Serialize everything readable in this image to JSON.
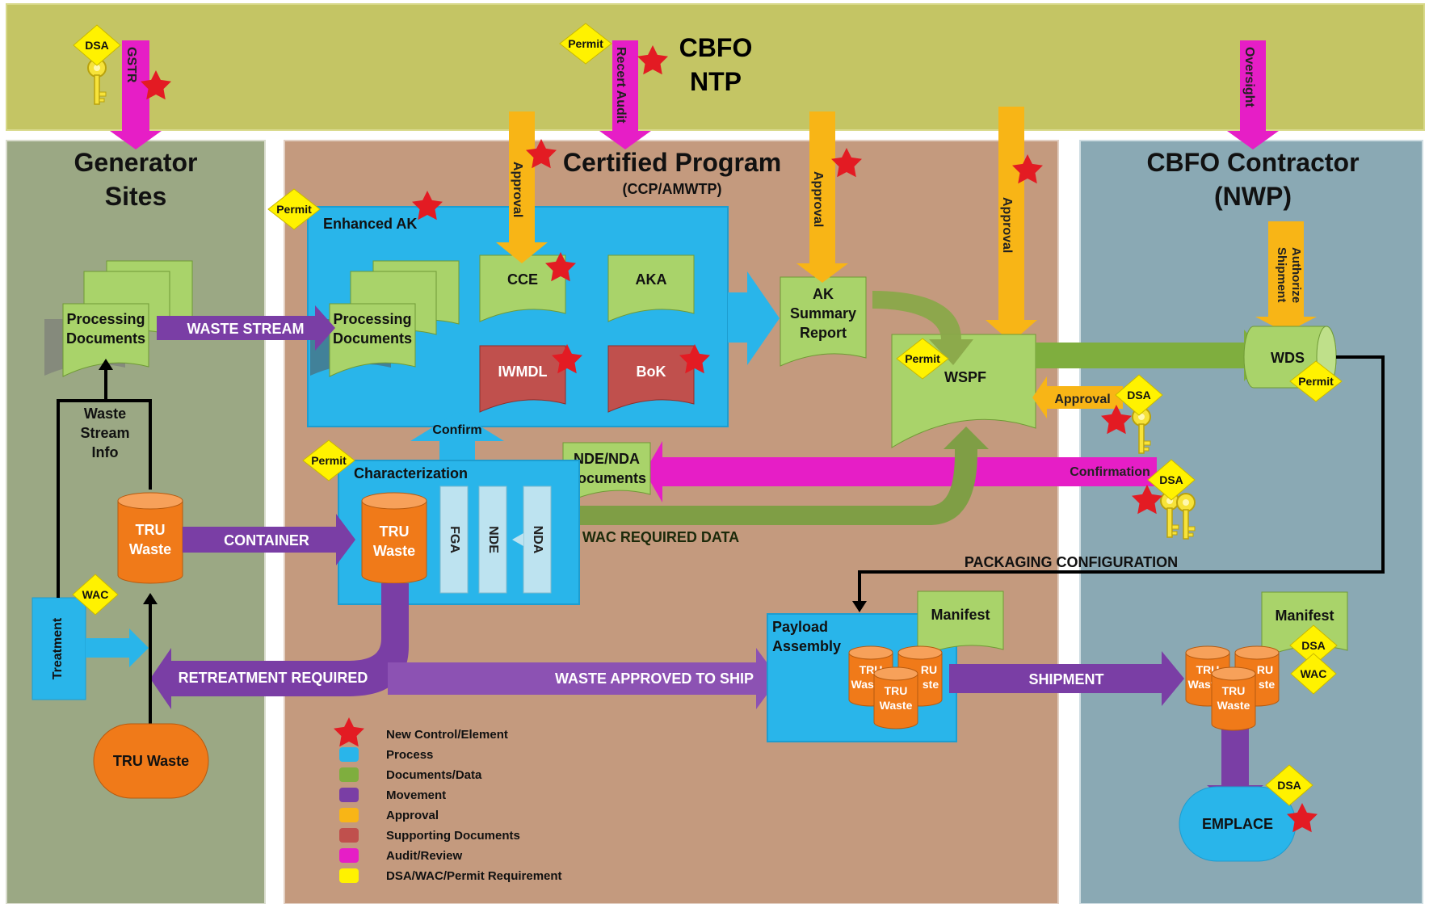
{
  "top_band": {
    "title_line1": "CBFO",
    "title_line2": "NTP",
    "gstr": "GSTR",
    "recert_audit": "Recert Audit",
    "oversight": "Oversight"
  },
  "sections": {
    "generator": {
      "line1": "Generator",
      "line2": "Sites"
    },
    "certified": {
      "line1": "Certified Program",
      "subtitle": "(CCP/AMWTP)"
    },
    "contractor": {
      "line1": "CBFO Contractor",
      "line2": "(NWP)"
    }
  },
  "badges": {
    "dsa": "DSA",
    "wac": "WAC",
    "permit": "Permit"
  },
  "nodes": {
    "enhanced_ak": "Enhanced AK",
    "processing_line1": "Processing",
    "processing_line2": "Documents",
    "cce": "CCE",
    "aka": "AKA",
    "iwmdl": "IWMDL",
    "bok": "BoK",
    "ak_summary": [
      "AK",
      "Summary",
      "Report"
    ],
    "wspf": "WSPF",
    "wds": "WDS",
    "characterization": "Characterization",
    "tru_line1": "TRU",
    "tru_line2": "Waste",
    "tru_waste_oval": "TRU Waste",
    "fga": "FGA",
    "nde": "NDE",
    "nda": "NDA",
    "nde_nda_line1": "NDE/NDA",
    "nde_nda_line2": "Documents",
    "treatment": "Treatment",
    "waste_stream_info": [
      "Waste",
      "Stream",
      "Info"
    ],
    "payload_line1": "Payload",
    "payload_line2": "Assembly",
    "manifest": "Manifest",
    "emplace": "EMPLACE",
    "tru_small_1": "TRU",
    "tru_small_2": "Waste",
    "tru_partial_1": "TRU",
    "tru_partial_2": "Wast",
    "tru_partial_3": "RU",
    "tru_partial_4": "ste"
  },
  "arrows": {
    "waste_stream": "WASTE STREAM",
    "container": "CONTAINER",
    "retreatment": "RETREATMENT REQUIRED",
    "waste_approved": "WASTE APPROVED TO SHIP",
    "shipment": "SHIPMENT",
    "wac_required": "WAC REQUIRED DATA",
    "packaging_config": "PACKAGING CONFIGURATION",
    "confirmation": "Confirmation",
    "confirm": "Confirm",
    "approval": "Approval",
    "authorize_line1": "Authorize",
    "authorize_line2": "Shipment"
  },
  "legend": [
    {
      "label": "New Control/Element",
      "swatch": "star",
      "color": "#e31b23"
    },
    {
      "label": "Process",
      "swatch": "box",
      "color": "#29b5ea"
    },
    {
      "label": "Documents/Data",
      "swatch": "box",
      "color": "#7fae3e"
    },
    {
      "label": "Movement",
      "swatch": "box",
      "color": "#7a3ea5"
    },
    {
      "label": "Approval",
      "swatch": "box",
      "color": "#f8b516"
    },
    {
      "label": "Supporting Documents",
      "swatch": "box",
      "color": "#c0504d"
    },
    {
      "label": "Audit/Review",
      "swatch": "box",
      "color": "#e61ec6"
    },
    {
      "label": "DSA/WAC/Permit Requirement",
      "swatch": "box",
      "color": "#fff200"
    }
  ],
  "colors": {
    "top_band": "#c4c564",
    "generator_bg": "#9ba884",
    "certified_bg": "#c49a7e",
    "contractor_bg": "#8aa9b4",
    "process": "#29b5ea",
    "document": "#a9d36a",
    "movement": "#7a3ea5",
    "approval": "#f8b516",
    "supporting": "#c0504d",
    "audit": "#e61ec6",
    "requirement": "#fff200",
    "tru": "#f07a19",
    "star": "#e31b23"
  }
}
